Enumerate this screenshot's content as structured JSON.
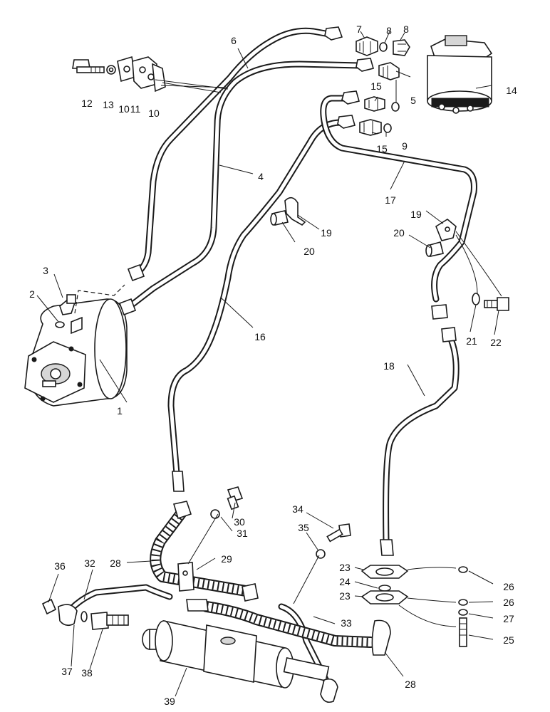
{
  "labels": {
    "p1": "1",
    "p2": "2",
    "p3": "3",
    "p4": "4",
    "p5": "5",
    "p6": "6",
    "p7": "7",
    "p8a": "8",
    "p8b": "8",
    "p9": "9",
    "p10a": "10",
    "p10b": "10",
    "p11": "11",
    "p12": "12",
    "p13": "13",
    "p14": "14",
    "p15a": "15",
    "p15b": "15",
    "p16": "16",
    "p17": "17",
    "p18": "18",
    "p19a": "19",
    "p19b": "19",
    "p20a": "20",
    "p20b": "20",
    "p21": "21",
    "p22": "22",
    "p23a": "23",
    "p23b": "23",
    "p24": "24",
    "p25": "25",
    "p26a": "26",
    "p26b": "26",
    "p27": "27",
    "p28a": "28",
    "p28b": "28",
    "p29": "29",
    "p30": "30",
    "p31": "31",
    "p32": "32",
    "p33": "33",
    "p34": "34",
    "p35": "35",
    "p36": "36",
    "p37": "37",
    "p38": "38",
    "p39": "39"
  }
}
